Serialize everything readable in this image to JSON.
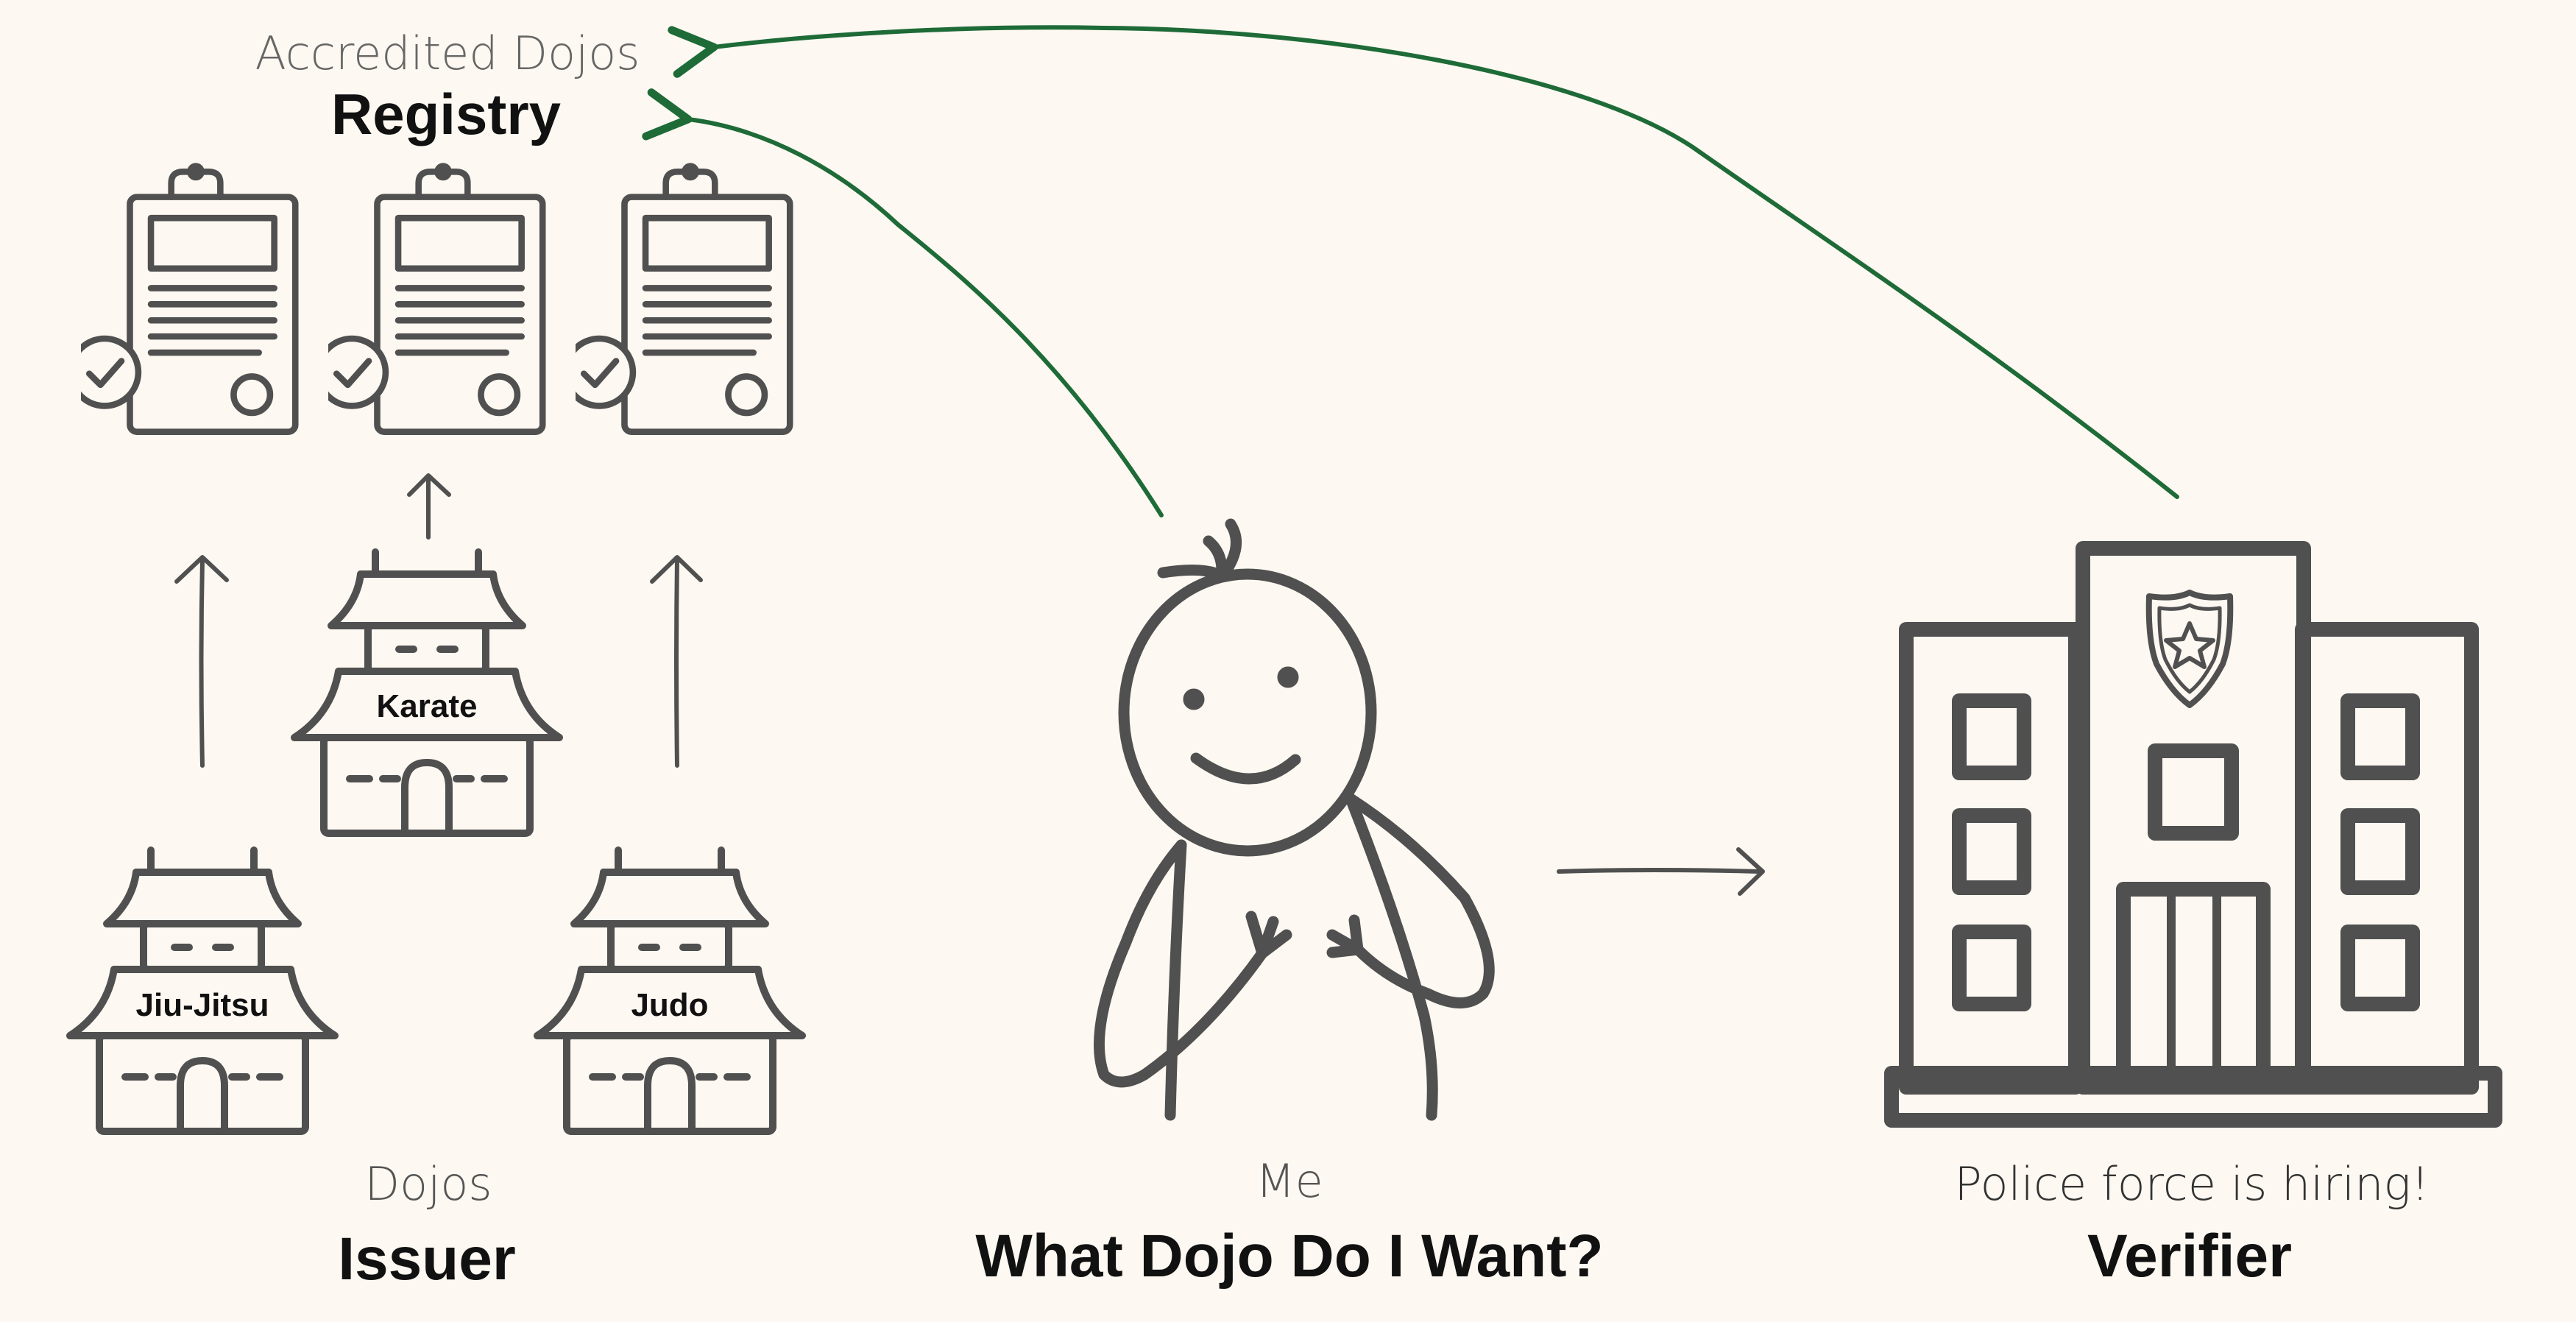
{
  "colors": {
    "background": "#fdf8f1",
    "ink": "#505050",
    "arrow_green": "#1e6b38",
    "text_dark": "#111111",
    "text_soft": "#555555"
  },
  "registry": {
    "subtitle": "Accredited Dojos",
    "title": "Registry",
    "certificate_count": 3
  },
  "issuer": {
    "subtitle": "Dojos",
    "title": "Issuer",
    "dojos": [
      {
        "label": "Jiu-Jitsu"
      },
      {
        "label": "Karate"
      },
      {
        "label": "Judo"
      }
    ]
  },
  "holder": {
    "subtitle": "Me",
    "title": "What Dojo Do I Want?"
  },
  "verifier": {
    "subtitle": "Police force is hiring!",
    "title": "Verifier"
  },
  "icons": {
    "certificate": "certificate-check-icon",
    "dojo": "pagoda-dojo-icon",
    "person": "stick-figure-person-icon",
    "police_station": "police-station-building-icon",
    "badge": "police-badge-star-icon"
  }
}
